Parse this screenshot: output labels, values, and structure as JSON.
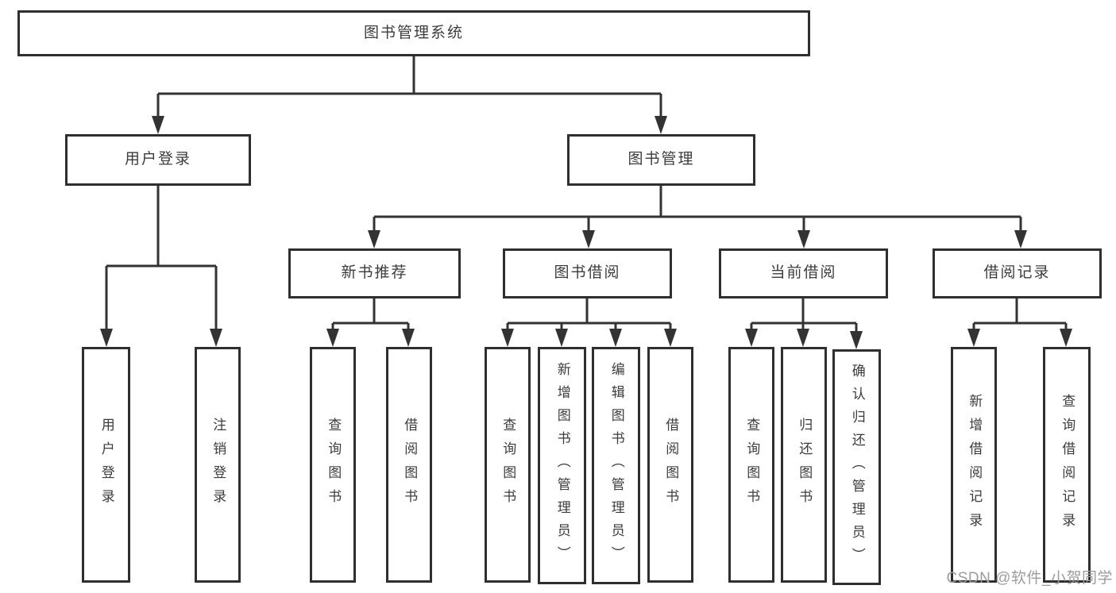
{
  "colors": {
    "line": "#333333",
    "box_border": "#2f2f2f",
    "text": "#3c3c3c",
    "watermark": "#9c9c9c",
    "background": "#ffffff"
  },
  "watermark": "CSDN @软件_小贺同学",
  "tree": {
    "label": "图书管理系统",
    "children": [
      {
        "label": "用户登录",
        "children": [
          {
            "label": "用户登录"
          },
          {
            "label": "注销登录"
          }
        ]
      },
      {
        "label": "图书管理",
        "children": [
          {
            "label": "新书推荐",
            "children": [
              {
                "label": "查询图书"
              },
              {
                "label": "借阅图书"
              }
            ]
          },
          {
            "label": "图书借阅",
            "children": [
              {
                "label": "查询图书"
              },
              {
                "label": "新增图书（管理员）"
              },
              {
                "label": "编辑图书（管理员）"
              },
              {
                "label": "借阅图书"
              }
            ]
          },
          {
            "label": "当前借阅",
            "children": [
              {
                "label": "查询图书"
              },
              {
                "label": "归还图书"
              },
              {
                "label": "确认归还（管理员）"
              }
            ]
          },
          {
            "label": "借阅记录",
            "children": [
              {
                "label": "新增借阅记录"
              },
              {
                "label": "查询借阅记录"
              }
            ]
          }
        ]
      }
    ]
  }
}
